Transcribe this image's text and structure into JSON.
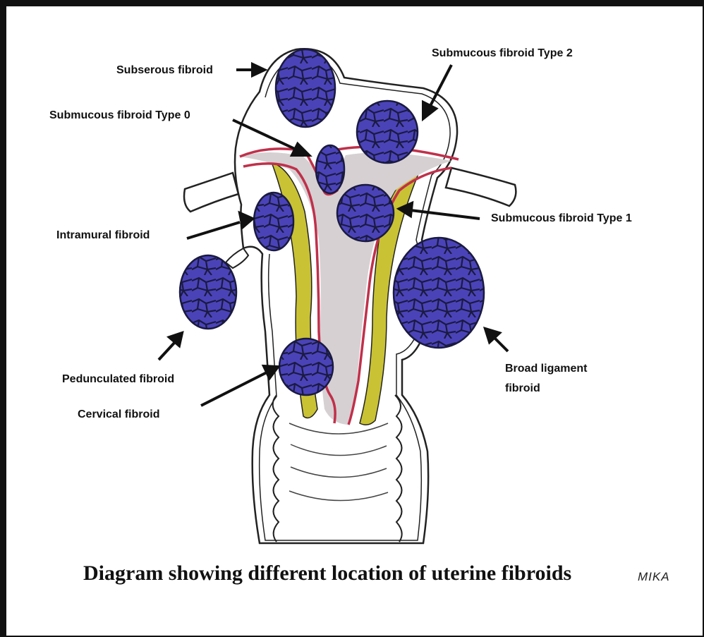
{
  "labels": {
    "subserous": "Subserous fibroid",
    "submucous_type2": "Submucous fibroid Type 2",
    "submucous_type0": "Submucous fibroid Type 0",
    "intramural": "Intramural fibroid",
    "submucous_type1": "Submucous fibroid Type 1",
    "pedunculated": "Pedunculated fibroid",
    "broad_ligament": "Broad ligament fibroid",
    "cervical": "Cervical fibroid"
  },
  "caption": "Diagram showing different location of uterine fibroids",
  "signature": "MIKA",
  "colors": {
    "fibroid_fill": "#4a43b8",
    "fibroid_cell_line": "#1a1a40",
    "endometrium_line": "#c0304a",
    "myometrium_yellow": "#c9c234",
    "cavity_gray": "#d6d0d3",
    "outline": "#222222"
  }
}
